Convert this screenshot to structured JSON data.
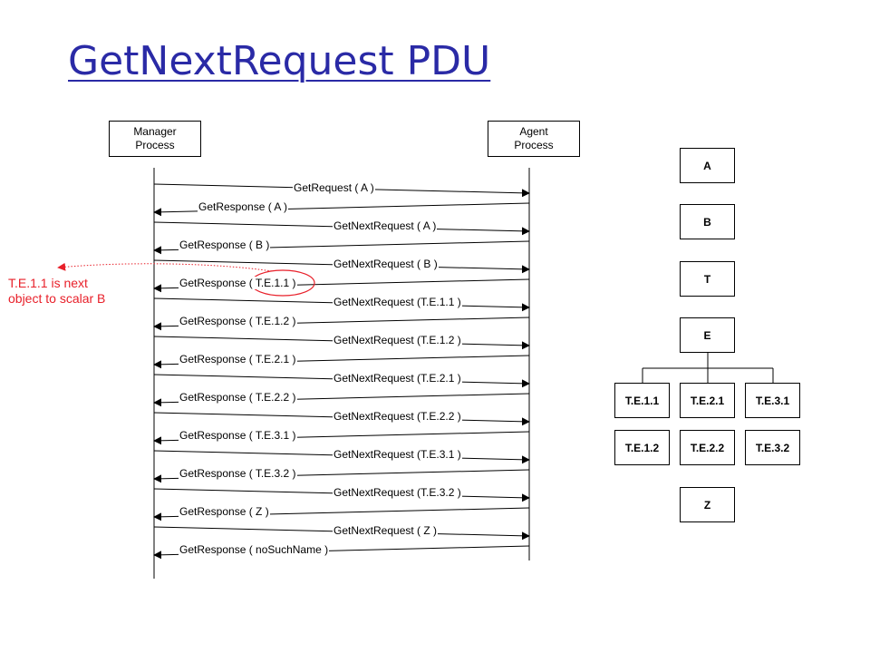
{
  "title": "GetNextRequest PDU",
  "manager": {
    "label": "Manager\nProcess"
  },
  "agent": {
    "label": "Agent\nProcess"
  },
  "note": {
    "line1": "T.E.1.1 is next",
    "line2": "object to scalar B"
  },
  "colors": {
    "title": "#2a2aa6",
    "note": "#e8202a"
  },
  "messages": [
    {
      "label": "GetRequest  ( A )",
      "dir": "to-agent"
    },
    {
      "label": "GetResponse  ( A )",
      "dir": "to-manager"
    },
    {
      "label": "GetNextRequest  ( A )",
      "dir": "to-agent"
    },
    {
      "label": "GetResponse  ( B )",
      "dir": "to-manager"
    },
    {
      "label": "GetNextRequest  ( B )",
      "dir": "to-agent"
    },
    {
      "label": "GetResponse  ( T.E.1.1 )",
      "dir": "to-manager"
    },
    {
      "label": "GetNextRequest  (T.E.1.1 )",
      "dir": "to-agent"
    },
    {
      "label": "GetResponse  ( T.E.1.2 )",
      "dir": "to-manager"
    },
    {
      "label": "GetNextRequest  (T.E.1.2 )",
      "dir": "to-agent"
    },
    {
      "label": "GetResponse  ( T.E.2.1 )",
      "dir": "to-manager"
    },
    {
      "label": "GetNextRequest  (T.E.2.1 )",
      "dir": "to-agent"
    },
    {
      "label": "GetResponse  ( T.E.2.2 )",
      "dir": "to-manager"
    },
    {
      "label": "GetNextRequest  (T.E.2.2 )",
      "dir": "to-agent"
    },
    {
      "label": "GetResponse  ( T.E.3.1 )",
      "dir": "to-manager"
    },
    {
      "label": "GetNextRequest  (T.E.3.1 )",
      "dir": "to-agent"
    },
    {
      "label": "GetResponse  ( T.E.3.2 )",
      "dir": "to-manager"
    },
    {
      "label": "GetNextRequest  (T.E.3.2 )",
      "dir": "to-agent"
    },
    {
      "label": "GetResponse  ( Z )",
      "dir": "to-manager"
    },
    {
      "label": "GetNextRequest  ( Z )",
      "dir": "to-agent"
    },
    {
      "label": "GetResponse  ( noSuchName )",
      "dir": "to-manager"
    }
  ],
  "tree": {
    "a": "A",
    "b": "B",
    "t": "T",
    "e": "E",
    "te11": "T.E.1.1",
    "te21": "T.E.2.1",
    "te31": "T.E.3.1",
    "te12": "T.E.1.2",
    "te22": "T.E.2.2",
    "te32": "T.E.3.2",
    "z": "Z"
  }
}
